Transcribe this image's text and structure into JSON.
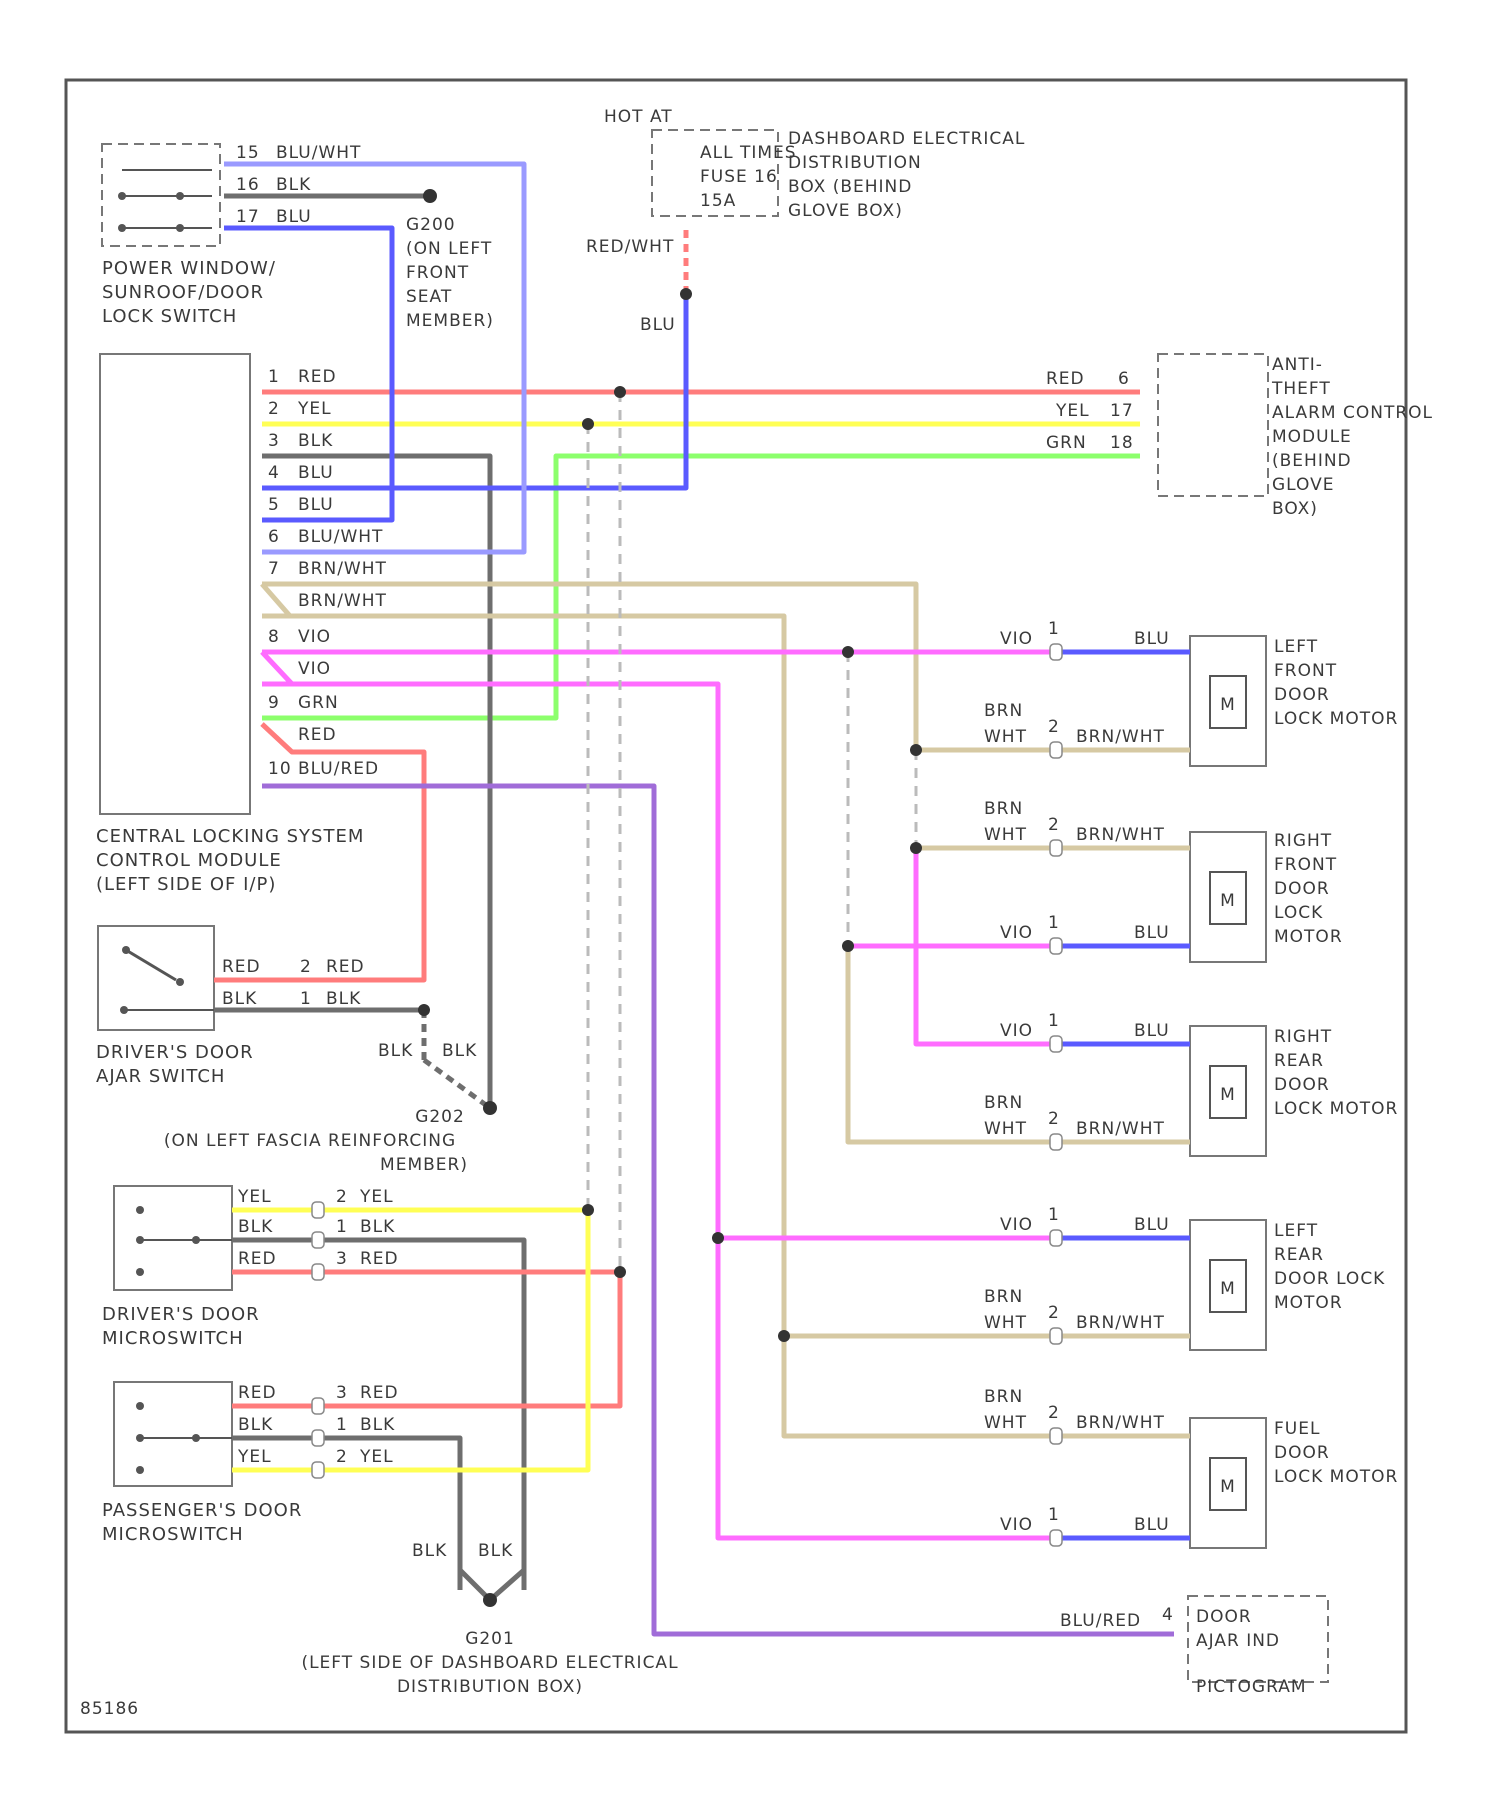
{
  "diagram_id": "85186",
  "components": {
    "power_window_switch": [
      "POWER WINDOW/",
      "SUNROOF/DOOR",
      "LOCK SWITCH"
    ],
    "hot_at": "HOT AT",
    "fuse_lines": [
      "ALL TIMES",
      "FUSE 16",
      "15A"
    ],
    "distribution_box": [
      "DASHBOARD ELECTRICAL",
      "DISTRIBUTION",
      "BOX (BEHIND",
      "GLOVE BOX)"
    ],
    "g200": [
      "G200",
      "(ON LEFT",
      "FRONT",
      "SEAT",
      "MEMBER)"
    ],
    "antitheft": [
      "ANTI-",
      "THEFT",
      "ALARM CONTROL",
      "MODULE",
      "(BEHIND",
      "GLOVE",
      "BOX)"
    ],
    "central_module": [
      "CENTRAL LOCKING SYSTEM",
      "CONTROL MODULE",
      "(LEFT SIDE OF I/P)"
    ],
    "driver_ajar": [
      "DRIVER'S DOOR",
      "AJAR SWITCH"
    ],
    "g202": [
      "G202",
      "(ON LEFT FASCIA REINFORCING",
      "MEMBER)"
    ],
    "driver_micro": [
      "DRIVER'S DOOR",
      "MICROSWITCH"
    ],
    "pass_micro": [
      "PASSENGER'S DOOR",
      "MICROSWITCH"
    ],
    "g201": [
      "G201",
      "(LEFT SIDE OF DASHBOARD ELECTRICAL",
      "DISTRIBUTION BOX)"
    ],
    "lf_motor": [
      "LEFT",
      "FRONT",
      "DOOR",
      "LOCK MOTOR"
    ],
    "rf_motor": [
      "RIGHT",
      "FRONT",
      "DOOR",
      "LOCK",
      "MOTOR"
    ],
    "rr_motor": [
      "RIGHT",
      "REAR",
      "DOOR",
      "LOCK MOTOR"
    ],
    "lr_motor": [
      "LEFT",
      "REAR",
      "DOOR LOCK",
      "MOTOR"
    ],
    "fuel_motor": [
      "FUEL",
      "DOOR",
      "LOCK MOTOR"
    ],
    "ajar_ind": [
      "DOOR",
      "AJAR IND",
      "PICTOGRAM"
    ]
  },
  "module_pins": [
    {
      "pin": "1",
      "color": "RED"
    },
    {
      "pin": "2",
      "color": "YEL"
    },
    {
      "pin": "3",
      "color": "BLK"
    },
    {
      "pin": "4",
      "color": "BLU"
    },
    {
      "pin": "5",
      "color": "BLU"
    },
    {
      "pin": "6",
      "color": "BLU/WHT"
    },
    {
      "pin": "7",
      "color": "BRN/WHT"
    },
    {
      "pin": "",
      "color": "BRN/WHT"
    },
    {
      "pin": "8",
      "color": "VIO"
    },
    {
      "pin": "",
      "color": "VIO"
    },
    {
      "pin": "9",
      "color": "GRN"
    },
    {
      "pin": "",
      "color": "RED"
    },
    {
      "pin": "10",
      "color": "BLU/RED"
    }
  ],
  "switch_pins": [
    {
      "pin": "15",
      "color": "BLU/WHT"
    },
    {
      "pin": "16",
      "color": "BLK"
    },
    {
      "pin": "17",
      "color": "BLU"
    }
  ],
  "fuse_wire": [
    "RED/WHT",
    "BLU"
  ],
  "antitheft_pins": [
    {
      "color": "RED",
      "pin": "6"
    },
    {
      "color": "YEL",
      "pin": "17"
    },
    {
      "color": "GRN",
      "pin": "18"
    }
  ],
  "ajar_switch_pins": [
    {
      "color": "RED",
      "pin": "2",
      "color2": "RED"
    },
    {
      "color": "BLK",
      "pin": "1",
      "color2": "BLK"
    }
  ],
  "driver_micro_pins": [
    {
      "color": "YEL",
      "pin": "2",
      "color2": "YEL"
    },
    {
      "color": "BLK",
      "pin": "1",
      "color2": "BLK"
    },
    {
      "color": "RED",
      "pin": "3",
      "color2": "RED"
    }
  ],
  "pass_micro_pins": [
    {
      "color": "RED",
      "pin": "3",
      "color2": "RED"
    },
    {
      "color": "BLK",
      "pin": "1",
      "color2": "BLK"
    },
    {
      "color": "YEL",
      "pin": "2",
      "color2": "YEL"
    }
  ],
  "ground_wires": [
    "BLK",
    "BLK"
  ],
  "motor_wires": {
    "vio": "VIO",
    "blu": "BLU",
    "brn": "BRN",
    "wht": "WHT",
    "brnwht": "BRN/WHT",
    "pin1": "1",
    "pin2": "2",
    "motor": "M"
  },
  "ajar_ind_wire": {
    "color": "BLU/RED",
    "pin": "4"
  },
  "colors": {
    "red": "#ff7c7c",
    "yellow": "#ffff55",
    "black": "#6e6e6e",
    "blue": "#5a5aff",
    "lightblue": "#9a9aff",
    "brnwht": "#d6c9a3",
    "violet": "#ff6cff",
    "green": "#8cff6c",
    "blured": "#a06cd8",
    "text": "#3a3a3a",
    "frame": "#555555"
  }
}
